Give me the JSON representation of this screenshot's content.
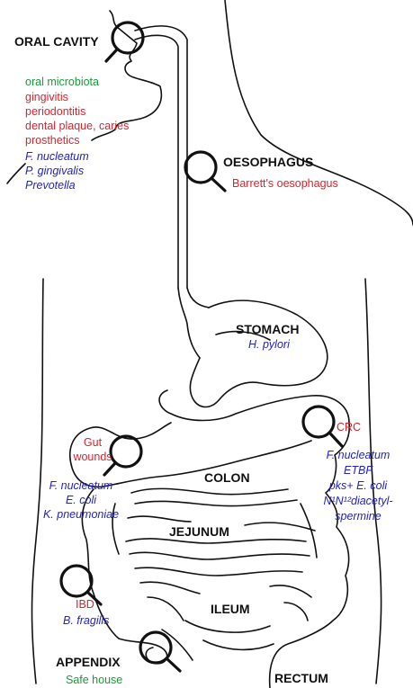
{
  "colors": {
    "outline": "#111111",
    "organ_label": "#111111",
    "green": "#1a9a3a",
    "red": "#e0202a",
    "blue": "#2222cc"
  },
  "labels": {
    "oral_cavity": {
      "title": "ORAL CAVITY",
      "green": "oral microbiota",
      "red": [
        "gingivitis",
        "periodontitis",
        "dental plaque, caries",
        "prosthetics"
      ],
      "blue": [
        "F. nucleatum",
        "P. gingivalis",
        "Prevotella"
      ]
    },
    "oesophagus": {
      "title": "OESOPHAGUS",
      "red": "Barrett's oesophagus"
    },
    "stomach": {
      "title": "STOMACH",
      "blue": "H. pylori"
    },
    "crc": {
      "red": "CRC",
      "blue": [
        "F. nucleatum",
        "ETBF",
        "pks+ E. coli",
        "N¹N¹²diacetyl-",
        "spermine"
      ]
    },
    "gut_wounds": {
      "red": [
        "Gut",
        "wounds"
      ],
      "blue": [
        "F. nucleatum",
        "E. coli",
        "K. pneumoniae"
      ]
    },
    "colon": {
      "title": "COLON"
    },
    "jejunum": {
      "title": "JEJUNUM"
    },
    "ileum": {
      "title": "ILEUM"
    },
    "ibd": {
      "red": "IBD",
      "blue": "B. fragilis"
    },
    "appendix": {
      "title": "APPENDIX",
      "green": "Safe house"
    },
    "rectum": {
      "title": "RECTUM"
    }
  },
  "icons": [
    "magnifier-icon"
  ]
}
